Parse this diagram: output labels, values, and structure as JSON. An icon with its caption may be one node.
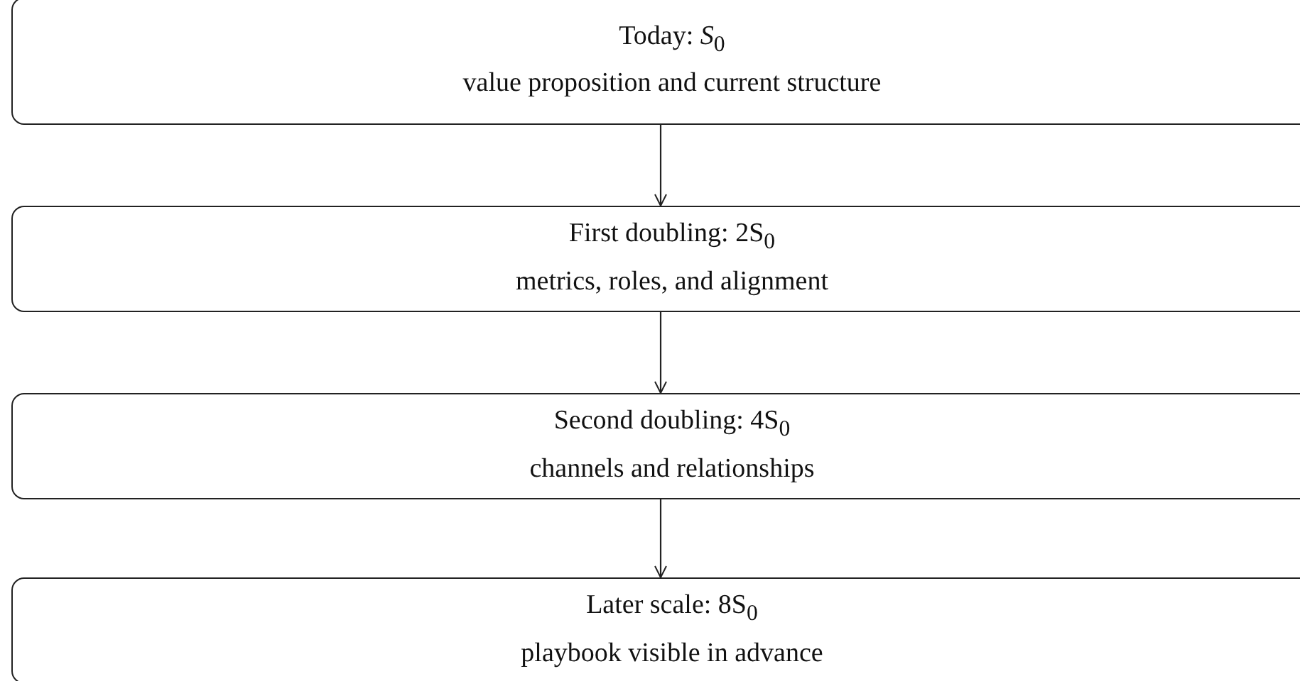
{
  "diagram": {
    "nodes": [
      {
        "text": [
          "Today: *S*$_{0}$",
          "value proposition and current structure"
        ]
      },
      {
        "text": [
          "First doubling: 2S$_{0}$",
          "metrics, roles, and alignment"
        ]
      },
      {
        "text": [
          "Second doubling: 4S$_{0}$",
          "channels and relationships"
        ]
      },
      {
        "text": [
          "Later scale: 8S$_{0}$",
          "playbook visible in advance"
        ]
      }
    ],
    "edges": [
      {
        "from": 0,
        "to": 1,
        "arrow": "to"
      },
      {
        "from": 1,
        "to": 2,
        "arrow": "to"
      },
      {
        "from": 2,
        "to": 3,
        "arrow": "to"
      }
    ]
  }
}
